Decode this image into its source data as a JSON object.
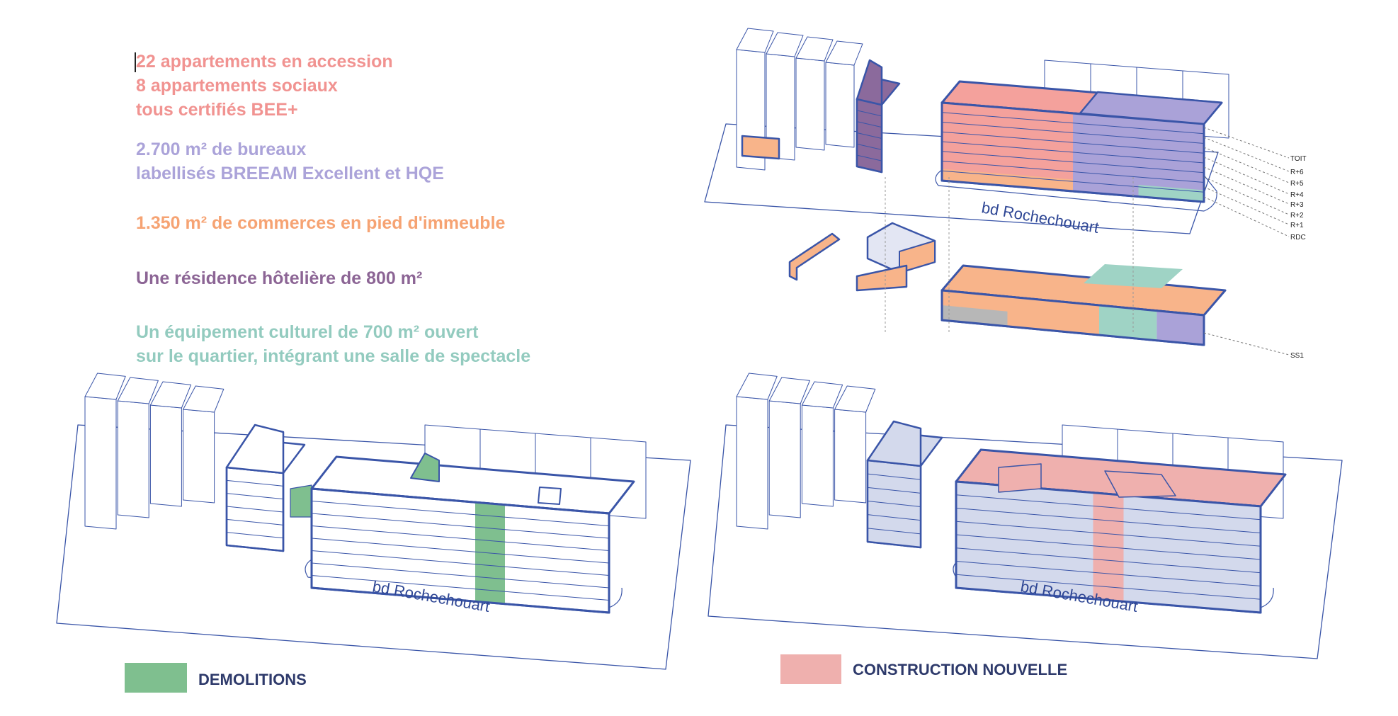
{
  "program": {
    "housing": [
      "22 appartements en accession",
      "8 appartements sociaux",
      "tous certifiés BEE+"
    ],
    "offices": [
      "2.700 m² de bureaux",
      "labellisés BREEAM Excellent et HQE"
    ],
    "retail": [
      "1.350 m² de commerces en pied d'immeuble"
    ],
    "hotel": [
      "Une résidence hôtelière de 800 m²"
    ],
    "culture": [
      "Un équipement culturel de 700 m² ouvert",
      "sur le quartier, intégrant une salle de spectacle"
    ]
  },
  "levels": [
    "TOIT",
    "R+6",
    "R+5",
    "R+4",
    "R+3",
    "R+2",
    "R+1",
    "RDC",
    "SS1"
  ],
  "street_label": "bd Rochechouart",
  "legend": {
    "demolitions": "DEMOLITIONS",
    "construction": "CONSTRUCTION NOUVELLE"
  },
  "colors": {
    "housing": "#f4a19c",
    "offices": "#aaa2d8",
    "retail": "#f8b48a",
    "hotel": "#8b6a9c",
    "culture": "#9fd3c5",
    "outline": "#3a55a8",
    "demolition": "#7fbf8f",
    "construction": "#efb0ae",
    "existing_kept": "#d3d9ec"
  }
}
